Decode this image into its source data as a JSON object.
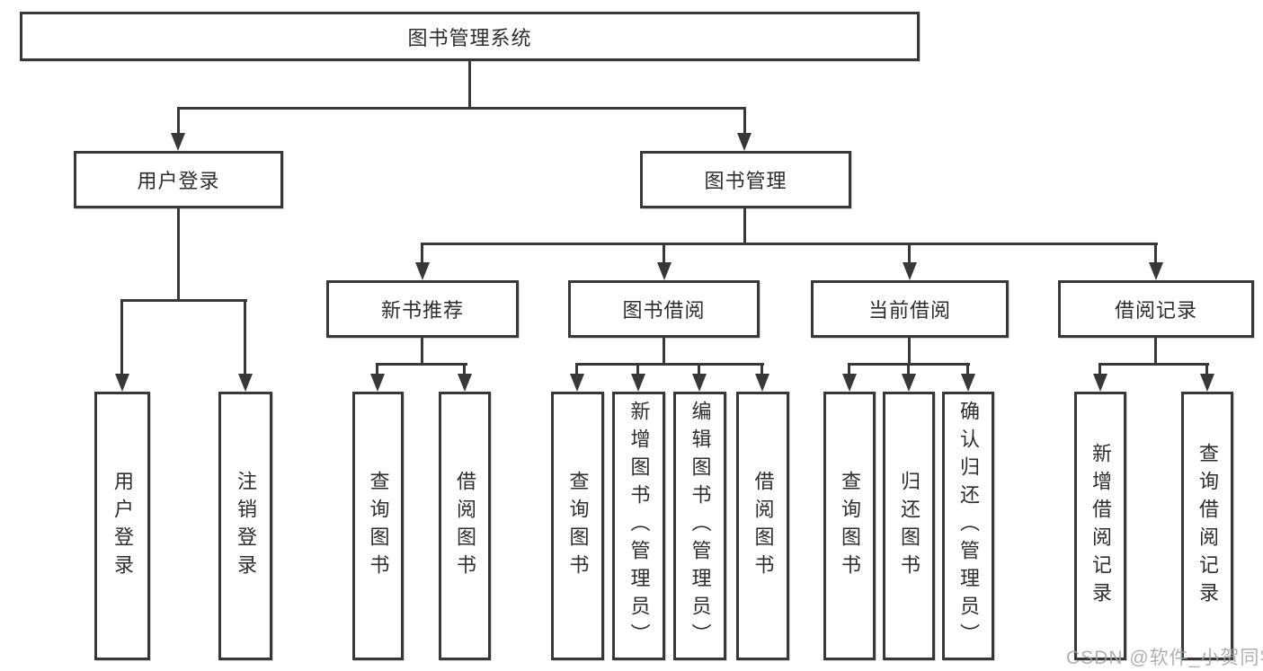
{
  "diagram": {
    "title": "图书管理系统",
    "level2": [
      {
        "label": "用户登录"
      },
      {
        "label": "图书管理"
      }
    ],
    "level3": [
      {
        "label": "新书推荐"
      },
      {
        "label": "图书借阅"
      },
      {
        "label": "当前借阅"
      },
      {
        "label": "借阅记录"
      }
    ],
    "leaves": [
      {
        "label": "用户登录"
      },
      {
        "label": "注销登录"
      },
      {
        "label": "查询图书"
      },
      {
        "label": "借阅图书"
      },
      {
        "label": "查询图书"
      },
      {
        "label": "新增图书（管理员）"
      },
      {
        "label": "编辑图书（管理员）"
      },
      {
        "label": "借阅图书"
      },
      {
        "label": "查询图书"
      },
      {
        "label": "归还图书"
      },
      {
        "label": "确认归还（管理员）"
      },
      {
        "label": "新增借阅记录"
      },
      {
        "label": "查询借阅记录"
      }
    ],
    "watermark": "CSDN @软件_小贺同学",
    "colors": {
      "line": "#383838",
      "text": "#2d2d2d",
      "watermark": "#9ea3a8",
      "background": "#ffffff"
    }
  }
}
